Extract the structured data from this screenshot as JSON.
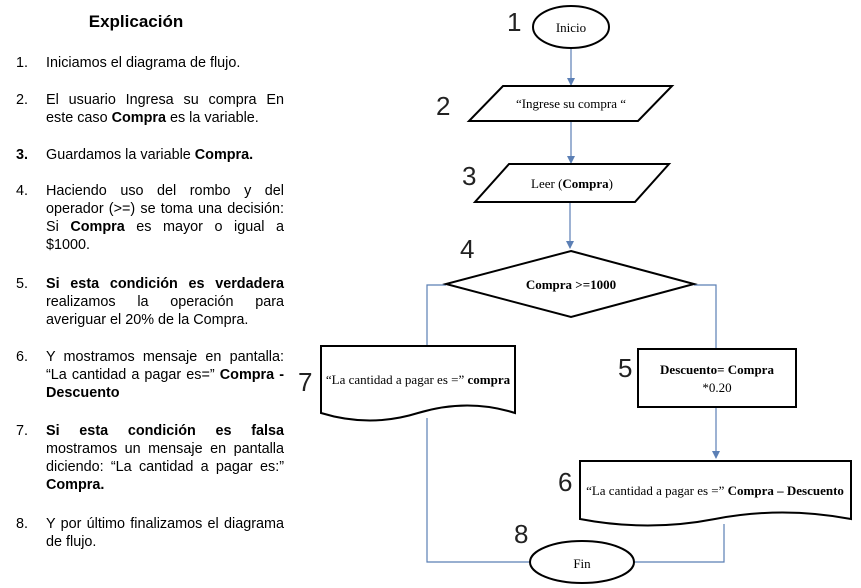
{
  "explanation": {
    "title": "Explicación",
    "steps": [
      {
        "n": "1.",
        "parts": [
          {
            "t": "Iniciamos el diagrama de flujo.",
            "b": false
          }
        ]
      },
      {
        "n": "2.",
        "parts": [
          {
            "t": "El usuario Ingresa su compra En este caso ",
            "b": false
          },
          {
            "t": "Compra",
            "b": true
          },
          {
            "t": " es la variable.",
            "b": false
          }
        ]
      },
      {
        "n": "3.",
        "parts": [
          {
            "t": "Guardamos la variable ",
            "b": false
          },
          {
            "t": "Compra.",
            "b": true
          }
        ]
      },
      {
        "n": "4.",
        "parts": [
          {
            "t": "Haciendo uso del rombo y del operador (>=) se toma una decisión: Si ",
            "b": false
          },
          {
            "t": "Compra",
            "b": true
          },
          {
            "t": " es mayor o igual a $1000.",
            "b": false
          }
        ]
      },
      {
        "n": "5.",
        "parts": [
          {
            "t": "Si esta condición es verdadera",
            "b": true
          },
          {
            "t": " realizamos la operación para averiguar el 20% de la Compra.",
            "b": false
          }
        ]
      },
      {
        "n": "6.",
        "parts": [
          {
            "t": "Y mostramos mensaje en pantalla: “La cantidad a pagar es=” ",
            "b": false
          },
          {
            "t": "Compra - Descuento",
            "b": true
          }
        ]
      },
      {
        "n": "7.",
        "parts": [
          {
            "t": "Si esta condición es falsa",
            "b": true
          },
          {
            "t": " mostramos un mensaje en pantalla diciendo: “La cantidad a pagar es:” ",
            "b": false
          },
          {
            "t": "Compra.",
            "b": true
          }
        ]
      },
      {
        "n": "8.",
        "parts": [
          {
            "t": "Y por último finalizamos el diagrama de flujo.",
            "b": false
          }
        ]
      }
    ]
  },
  "flowchart": {
    "start": "Inicio",
    "input": "“Ingrese su compra “",
    "read": {
      "prefix": "Leer (",
      "var": "Compra",
      "suffix": ")"
    },
    "decision": "Compra >=1000",
    "process": {
      "line1": "Descuento= Compra",
      "line2": "*0.20"
    },
    "output_true": {
      "prefix": "“La cantidad a pagar es =” ",
      "value": "Compra – Descuento"
    },
    "output_false": {
      "prefix": "“La cantidad a pagar es =” ",
      "value": "compra"
    },
    "end": "Fin",
    "step_numbers": [
      "1",
      "2",
      "3",
      "4",
      "5",
      "6",
      "7",
      "8"
    ]
  },
  "colors": {
    "connector": "#5b7fb5",
    "outline": "#000000",
    "text": "#000000"
  }
}
